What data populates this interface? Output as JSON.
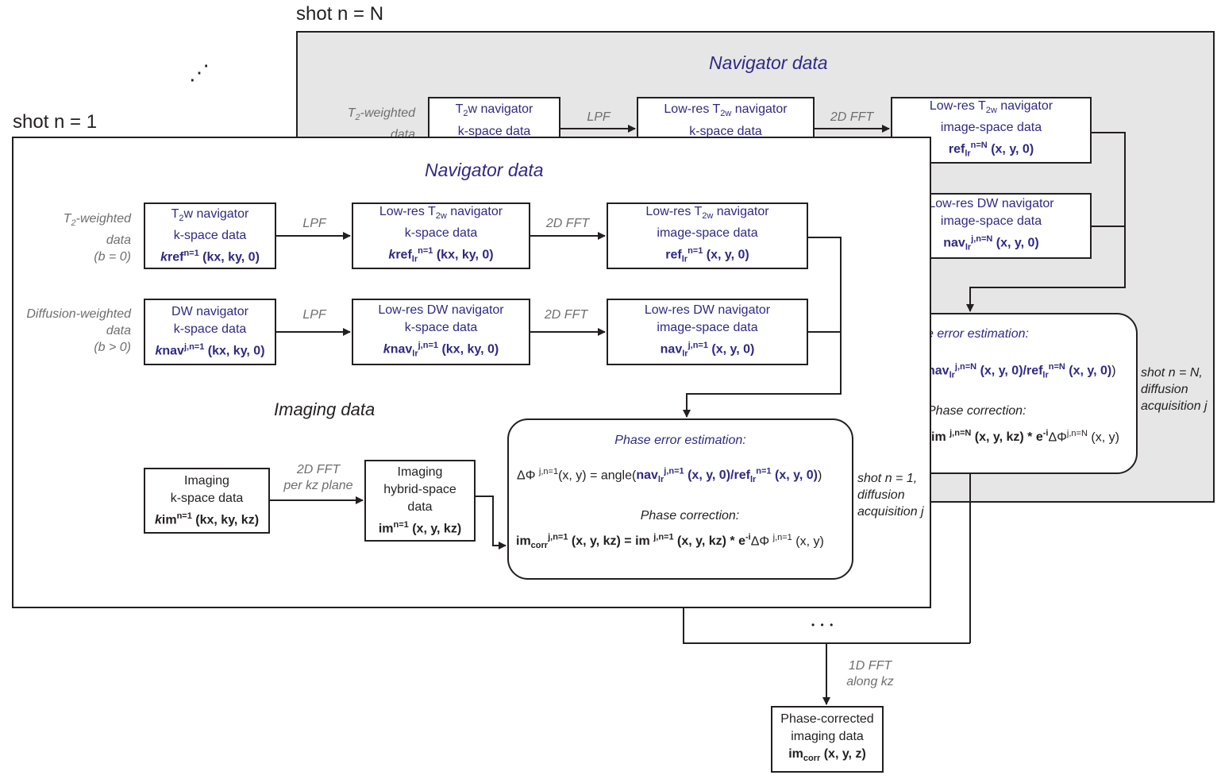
{
  "shot_labels": {
    "back": "shot n = N",
    "front": "shot n = 1",
    "ellipsis_diag": "⋰"
  },
  "sections": {
    "navigator": "Navigator data",
    "imaging": "Imaging data"
  },
  "side_labels": {
    "t2": [
      "T2-weighted",
      "data",
      "(b = 0)"
    ],
    "dw": [
      "Diffusion-weighted",
      "data",
      "(b > 0)"
    ]
  },
  "arrows": {
    "lpf": "LPF",
    "fft2d": "2D FFT",
    "fft2d_kz": [
      "2D FFT",
      "per kz plane"
    ],
    "fft1d": [
      "1D FFT",
      "along kz"
    ],
    "dots": "• • •"
  },
  "boxes": {
    "t2w_k": [
      "T2w navigator",
      "k-space data",
      "krefn=1 (kx, ky, 0)"
    ],
    "lowres_t2w_k": [
      "Low-res T2w navigator",
      "k-space data",
      "kreflr n=1 (kx, ky, 0)"
    ],
    "lowres_t2w_img": [
      "Low-res T2w navigator",
      "image-space data",
      "reflr n=1 (x, y, 0)"
    ],
    "dw_k": [
      "DW navigator",
      "k-space data",
      "knav j,n=1 (kx, ky, 0)"
    ],
    "lowres_dw_k": [
      "Low-res DW navigator",
      "k-space data",
      "knavlr j,n=1 (kx, ky, 0)"
    ],
    "lowres_dw_img": [
      "Low-res DW navigator",
      "image-space data",
      "navlr j,n=1 (x, y, 0)"
    ],
    "imaging_k": [
      "Imaging",
      "k-space data",
      "kimn=1 (kx, ky, kz)"
    ],
    "imaging_hybrid": [
      "Imaging",
      "hybrid-space",
      "data",
      "imn=1 (x, y, kz)"
    ],
    "phase": {
      "estimation_title": "Phase error estimation:",
      "correction_title": "Phase correction:",
      "eq1": "ΔΦ j,n=1(x, y) = angle(navlr j,n=1 (x, y, 0)/reflr n=1 (x, y, 0))",
      "eq2": "imcorr j,n=1 (x, y, kz) = im j,n=1 (x, y, kz) * e-iΔΦ j,n=1 (x, y)"
    },
    "final": [
      "Phase-corrected",
      "imaging data",
      "imcorr (x, y, z)"
    ]
  },
  "back_boxes": {
    "t2w_k": [
      "T2w navigator",
      "k-space data"
    ],
    "lowres_t2w_k": [
      "Low-res T2w navigator",
      "k-space data"
    ],
    "lowres_t2w_img": [
      "Low-res T2w navigator",
      "image-space data",
      "reflr n=N (x, y, 0)"
    ],
    "lowres_dw_img": [
      "Low-res DW navigator",
      "image-space data",
      "navlr j,n=N (x, y, 0)"
    ],
    "phase_est": "e error estimation:",
    "phase_eq1": "navlr j,n=N (x, y, 0)/reflr n=N (x, y, 0))",
    "phase_corr": "Phase correction:",
    "phase_eq2": "im j,n=N (x, y, kz) * e-iΔΦ j,n=N (x, y)"
  },
  "annotations": {
    "front": [
      "shot n = 1,",
      "diffusion",
      "acquisition j"
    ],
    "back": [
      "shot n = N,",
      "diffusion",
      "acquisition j"
    ]
  }
}
